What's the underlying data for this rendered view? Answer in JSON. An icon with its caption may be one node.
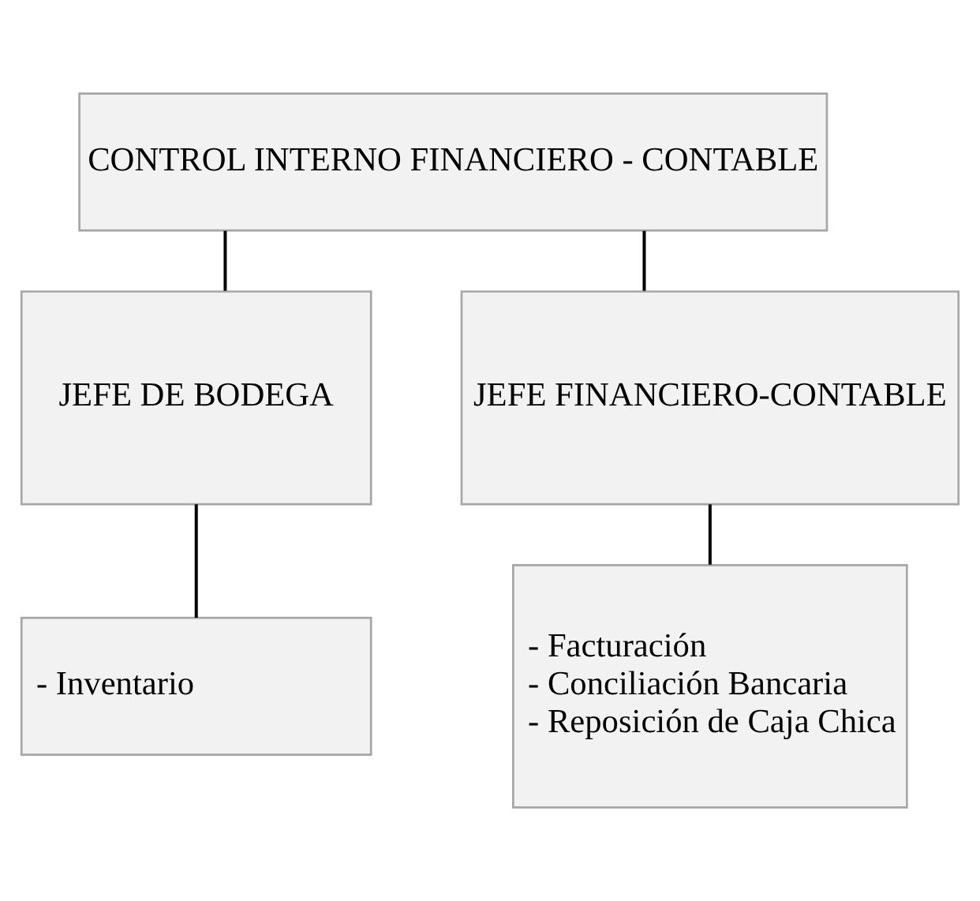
{
  "diagram": {
    "nodes": [
      {
        "text": [
          "CONTROL INTERNO FINANCIERO - CONTABLE"
        ]
      },
      {
        "text": [
          "JEFE DE BODEGA"
        ]
      },
      {
        "text": [
          "JEFE FINANCIERO-CONTABLE"
        ]
      },
      {
        "text": [
          "- Inventario"
        ]
      },
      {
        "text": [
          "- Facturación",
          "- Conciliación Bancaria",
          "- Reposición de Caja Chica"
        ]
      }
    ],
    "edges": [
      {
        "from": 0,
        "to": 1,
        "arrow": "none"
      },
      {
        "from": 0,
        "to": 2,
        "arrow": "none"
      },
      {
        "from": 1,
        "to": 3,
        "arrow": "none"
      },
      {
        "from": 2,
        "to": 4,
        "arrow": "none"
      }
    ]
  }
}
